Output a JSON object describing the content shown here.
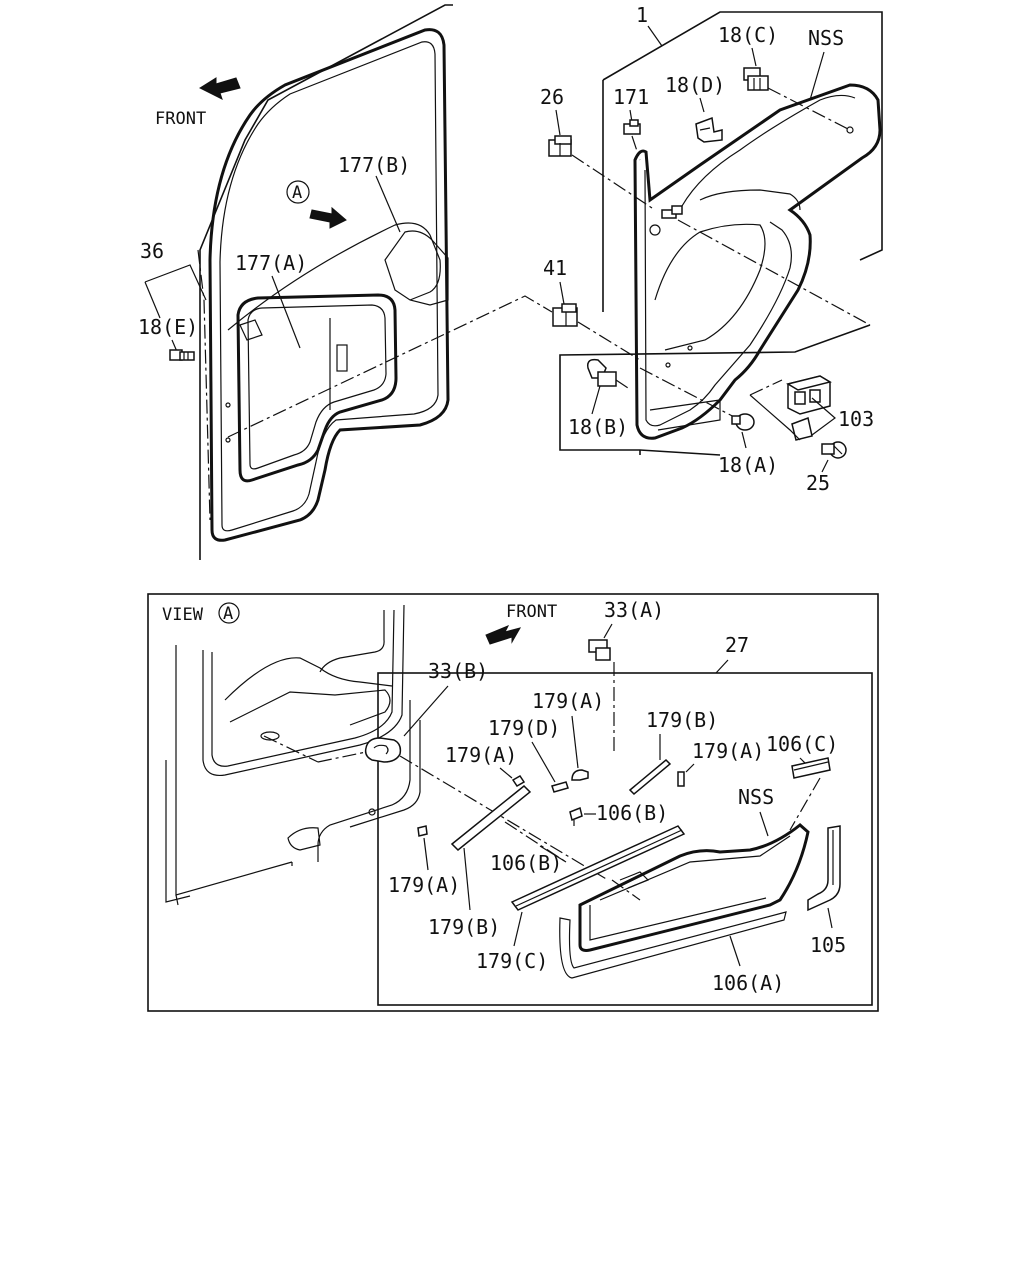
{
  "top": {
    "front_label": "FRONT",
    "view_marker": "A",
    "callouts": {
      "c1": "1",
      "c18c": "18(C)",
      "nss": "NSS",
      "c26": "26",
      "c171": "171",
      "c18d": "18(D)",
      "c177b": "177(B)",
      "c36": "36",
      "c177a": "177(A)",
      "c18e": "18(E)",
      "c41": "41",
      "c18b": "18(B)",
      "c103": "103",
      "c18a": "18(A)",
      "c25": "25"
    }
  },
  "view": {
    "title": "VIEW",
    "marker": "A",
    "front_label": "FRONT",
    "callouts": {
      "c33a": "33(A)",
      "c27": "27",
      "c33b": "33(B)",
      "c179a_1": "179(A)",
      "c179d": "179(D)",
      "c179b_1": "179(B)",
      "c106c": "106(C)",
      "c179a_2": "179(A)",
      "c179a_3": "179(A)",
      "c106b_1": "106(B)",
      "nss": "NSS",
      "c106b_2": "106(B)",
      "c179a_4": "179(A)",
      "c179b_2": "179(B)",
      "c179c": "179(C)",
      "c105": "105",
      "c106a": "106(A)"
    }
  }
}
